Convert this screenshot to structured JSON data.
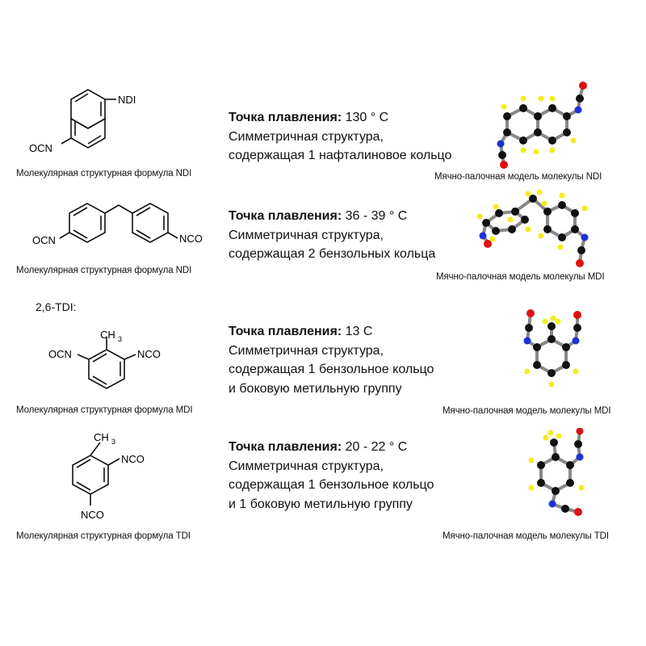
{
  "rows": [
    {
      "melting_label": "Точка плавления:",
      "melting_value": " 130 ° C",
      "desc1": "Симметричная структура,",
      "desc2": "содержащая 1 нафталиновое кольцо",
      "desc3": "",
      "formula_caption": "Молекулярная структурная формула NDI",
      "model_caption": "Мячно-палочная модель молекулы NDI",
      "substituents": [
        "NDI",
        "OCN"
      ]
    },
    {
      "melting_label": "Точка плавления:",
      "melting_value": " 36 - 39 ° C",
      "desc1": "Симметричная структура,",
      "desc2": "содержащая 2 бензольных кольца",
      "desc3": "",
      "formula_caption": "Молекулярная структурная формула NDI",
      "model_caption": "Мячно-палочная модель молекулы MDI",
      "substituents": [
        "OCN",
        "NCO"
      ]
    },
    {
      "isomer_label": "2,6-TDI:",
      "melting_label": "Точка плавления:",
      "melting_value": " 13    C",
      "desc1": "Симметричная структура,",
      "desc2": "содержащая 1 бензольное кольцо",
      "desc3": "и боковую метильную группу",
      "formula_caption": "Молекулярная структурная формула MDI",
      "model_caption": "Мячно-палочная модель молекулы MDI",
      "substituents": [
        "CH",
        "3",
        "OCN",
        "NCO"
      ]
    },
    {
      "melting_label": "Точка плавления:",
      "melting_value": " 20 - 22 ° C",
      "desc1": "Симметричная структура,",
      "desc2": "содержащая 1 бензольное кольцо",
      "desc3": "и 1 боковую метильную группу",
      "formula_caption": "Молекулярная структурная формула TDI",
      "model_caption": "Мячно-палочная модель молекулы  TDI",
      "substituents": [
        "CH",
        "3",
        "NCO",
        "NCO"
      ]
    }
  ],
  "atom_colors": {
    "carbon": "#111111",
    "hydrogen": "#f2ee1f",
    "nitrogen": "#1c2fd8",
    "oxygen": "#e01010"
  }
}
